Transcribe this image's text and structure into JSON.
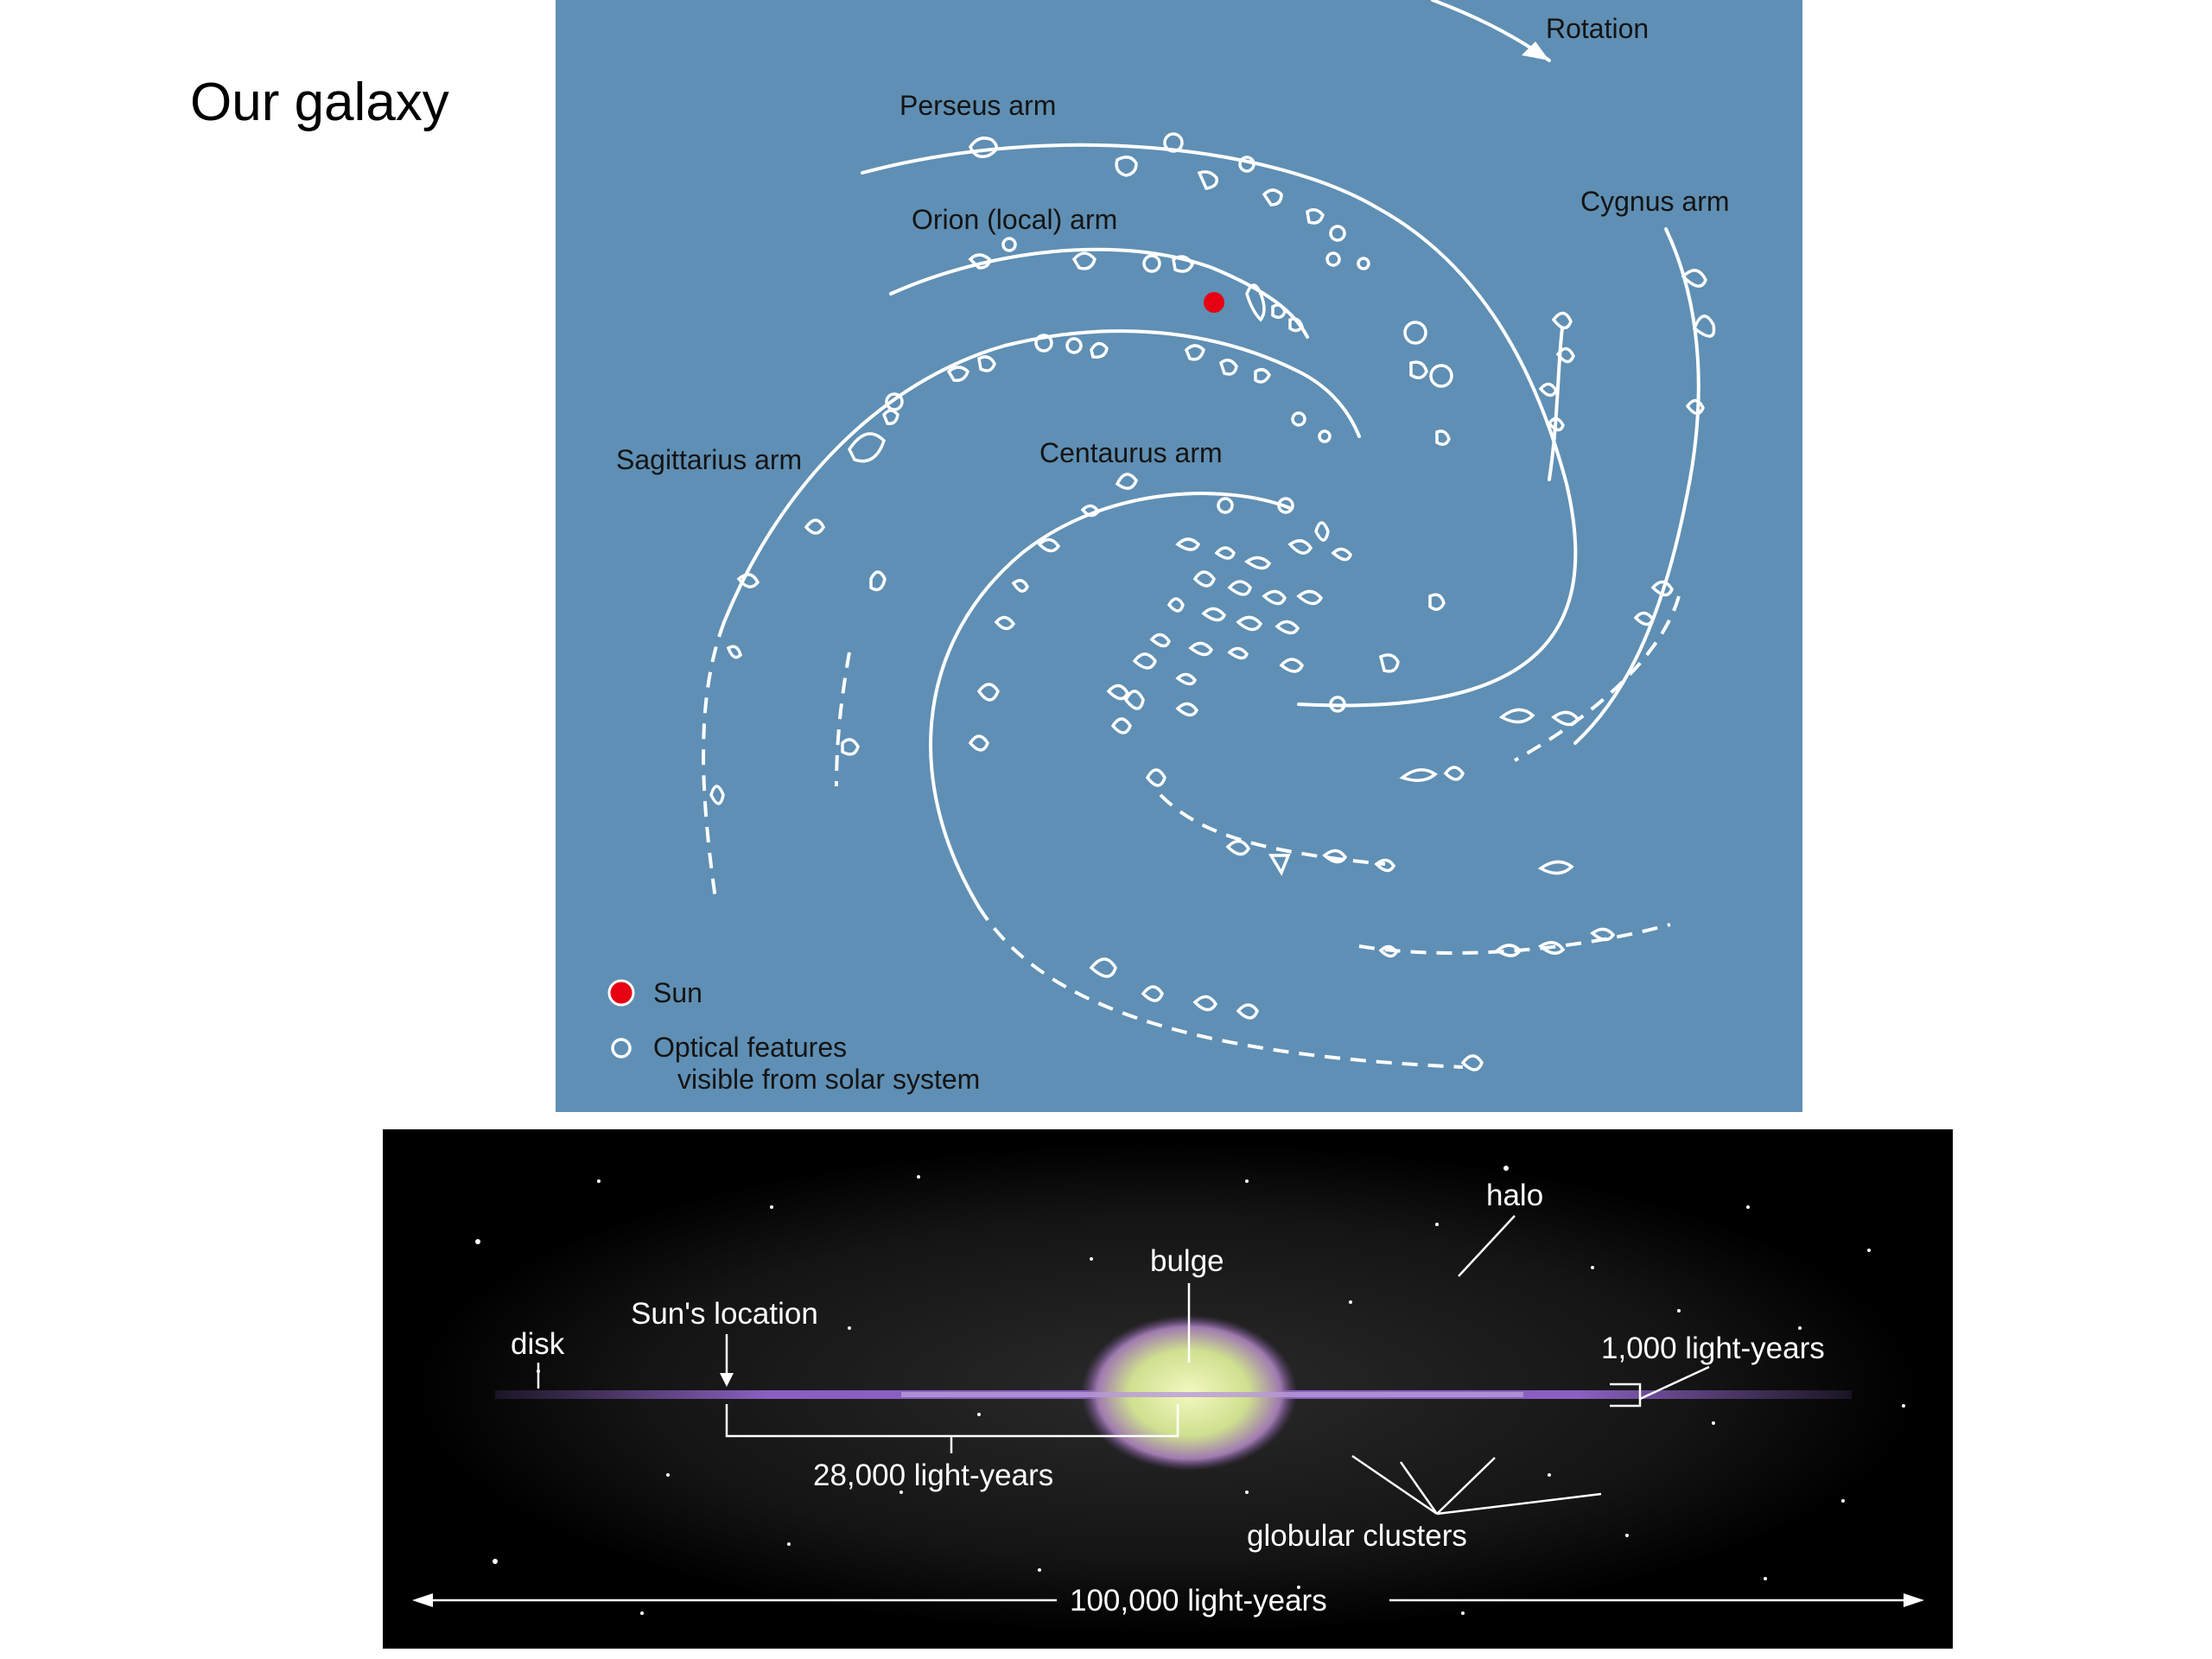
{
  "slide": {
    "title": "Our galaxy"
  },
  "top_view": {
    "rotation_label": "Rotation",
    "arms": {
      "perseus": "Perseus arm",
      "orion": "Orion (local) arm",
      "cygnus": "Cygnus arm",
      "sagittarius": "Sagittarius arm",
      "centaurus": "Centaurus arm"
    },
    "legend": {
      "sun": "Sun",
      "optical_line1": "Optical features",
      "optical_line2": "visible from solar system"
    },
    "colors": {
      "background": "#5f8fb4",
      "sun": "#e60012"
    }
  },
  "side_view": {
    "labels": {
      "halo": "halo",
      "bulge": "bulge",
      "sun_location": "Sun's location",
      "disk": "disk",
      "thickness": "1,000 light-years",
      "sun_distance": "28,000 light-years",
      "globular_clusters": "globular clusters",
      "diameter": "100,000 light-years"
    },
    "colors": {
      "background": "#000000",
      "disk": "#9966cc",
      "bulge": "#eef2a8"
    }
  }
}
